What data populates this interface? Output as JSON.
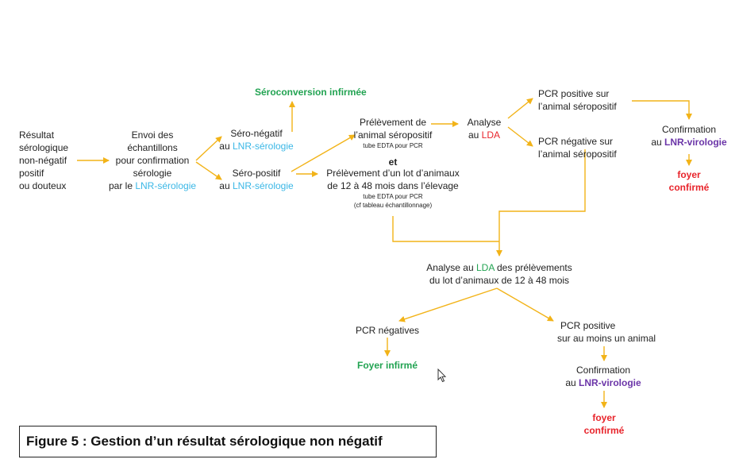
{
  "nodes": {
    "resultat": [
      "Résultat",
      "sérologique",
      "non-négatif",
      "positif",
      "ou douteux"
    ],
    "envoi": [
      "Envoi des",
      "échantillons",
      "pour confirmation",
      "sérologie"
    ],
    "envoi_last_prefix": "par le ",
    "lnr_serologie": "LNR-sérologie",
    "sero_negatif": "Séro-négatif",
    "sero_positif": "Séro-positif",
    "au": "au ",
    "seroconversion": "Séroconversion infirmée",
    "prelev_animal": [
      "Prélèvement de",
      "l’animal séropositif"
    ],
    "tube_edta": "tube EDTA pour PCR",
    "et": "et",
    "prelev_lot": [
      "Prélèvement d’un lot d’animaux",
      "de 12 à 48 mois dans l’élevage"
    ],
    "cf_tableau": "(cf tableau échantillonnage)",
    "analyse": "Analyse",
    "lda": "LDA",
    "pcr_pos": [
      "PCR positive sur",
      "l’animal séropositif"
    ],
    "pcr_neg": [
      "PCR négative sur",
      "l’animal séropositif"
    ],
    "confirmation": "Confirmation",
    "lnr_virologie": "LNR-virologie",
    "foyer": "foyer",
    "confirme": "confirmé",
    "analyse_lot_prefix": "Analyse au ",
    "analyse_lot_suffix": " des prélèvements",
    "analyse_lot_line2": "du lot d’animaux de 12 à 48 mois",
    "pcr_negatives": "PCR négatives",
    "foyer_infirme": "Foyer infirmé",
    "pcr_positive": "PCR positive",
    "au_moins": "sur au moins un animal"
  },
  "caption": "Figure 5 : Gestion d’un résultat sérologique non négatif",
  "colors": {
    "arrow": "#f2b318",
    "lnr": "#3ab7e6",
    "green": "#22a352",
    "red": "#e8242b",
    "purple": "#6b35a8"
  }
}
